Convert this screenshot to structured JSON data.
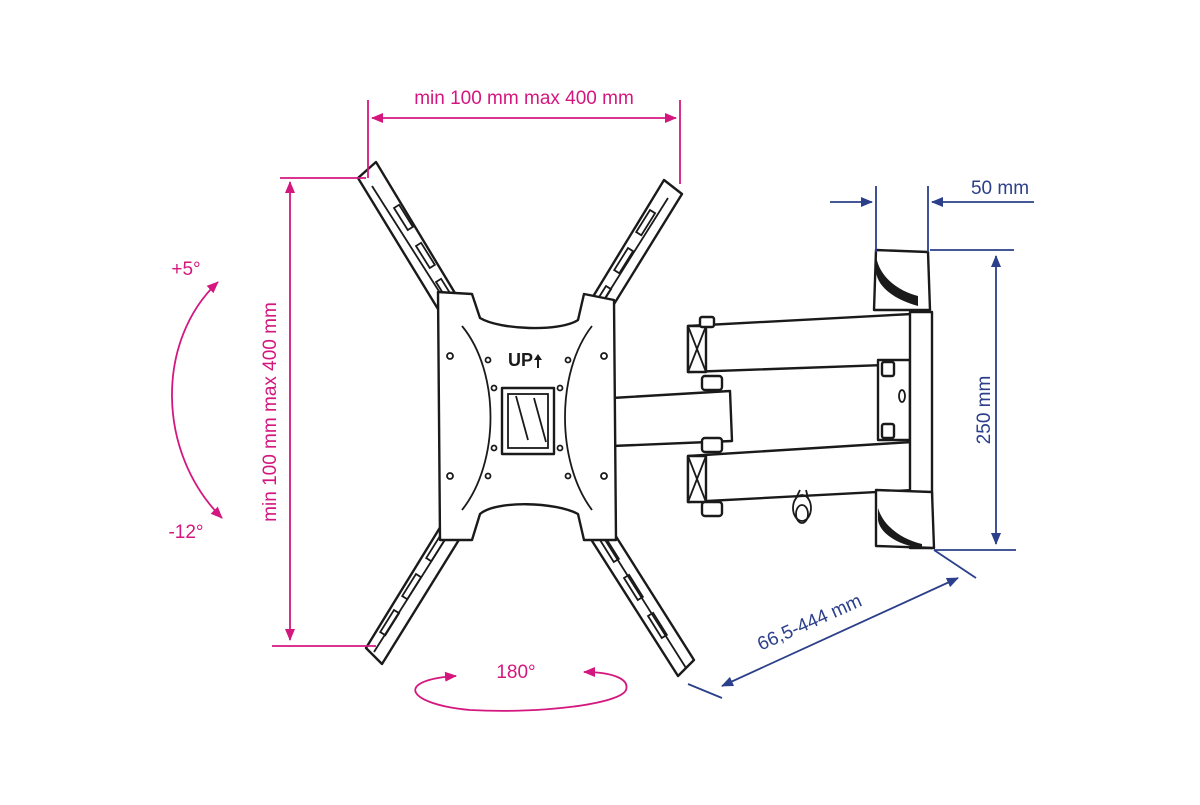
{
  "labels": {
    "width_range": "min 100 mm max 400 mm",
    "height_range": "min 100 mm max 400 mm",
    "tilt_up": "+5°",
    "tilt_down": "-12°",
    "swivel": "180°",
    "wall_plate_depth": "50 mm",
    "wall_plate_height": "250 mm",
    "extension": "66,5-444 mm",
    "up_mark": "UP"
  },
  "colors": {
    "vesa_dimension": "#d4177f",
    "arm_dimension": "#2b3f8a",
    "line_art": "#1a1a1a"
  }
}
